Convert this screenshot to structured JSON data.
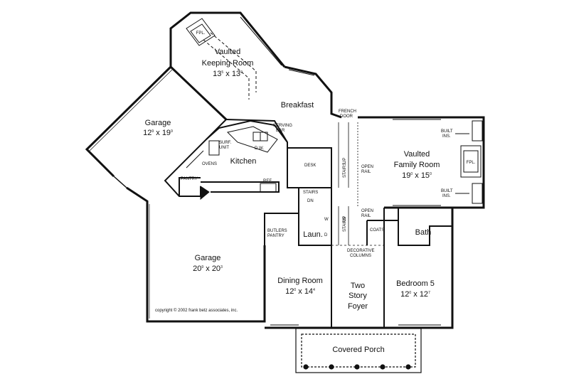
{
  "plan": {
    "rooms": {
      "keeping": {
        "line1": "Vaulted",
        "line2": "Keeping Room",
        "w": "13",
        "wsup": "5",
        "x": "x",
        "h": "13",
        "hsup": "0"
      },
      "breakfast": {
        "name": "Breakfast"
      },
      "garage_top": {
        "name": "Garage",
        "w": "12",
        "wsup": "9",
        "x": "x",
        "h": "19",
        "hsup": "9"
      },
      "kitchen": {
        "name": "Kitchen"
      },
      "family": {
        "line1": "Vaulted",
        "line2": "Family Room",
        "w": "19",
        "wsup": "0",
        "x": "x",
        "h": "15",
        "hsup": "0"
      },
      "garage_main": {
        "name": "Garage",
        "w": "20",
        "wsup": "9",
        "x": "x",
        "h": "20",
        "hsup": "3"
      },
      "dining": {
        "name": "Dining Room",
        "w": "12",
        "wsup": "0",
        "x": "x",
        "h": "14",
        "hsup": "4"
      },
      "foyer": {
        "line1": "Two",
        "line2": "Story",
        "line3": "Foyer"
      },
      "bedroom": {
        "name": "Bedroom 5",
        "w": "12",
        "wsup": "0",
        "x": "x",
        "h": "12",
        "hsup": "7"
      },
      "bath": {
        "name": "Bath"
      },
      "laundry": {
        "name": "Laun."
      },
      "porch": {
        "name": "Covered Porch"
      }
    },
    "labels": {
      "fpl_top": "FPL.",
      "fpl_family": "FPL.",
      "serving": "SERVING",
      "bar": "BAR",
      "surf": "SURF.",
      "unit": "UNIT",
      "dw": "D.W.",
      "ovens": "OVENS",
      "pantry": "PANTRY",
      "ref": "REF.",
      "french": "FRENCH",
      "door": "DOOR",
      "built1": "BUILT",
      "ins1": "INS.",
      "built2": "BUILT",
      "ins2": "INS.",
      "desk": "DESK",
      "stairs_up1": "STAIRS",
      "up1": "UP",
      "open1": "OPEN",
      "rail1": "RAIL",
      "stairs_dn": "STAIRS",
      "dn": "DN",
      "stairs_up2": "STAIRS",
      "up2": "UP",
      "open2": "OPEN",
      "rail2": "RAIL",
      "w": "W",
      "d": "D",
      "coats": "COATS",
      "butlers": "BUTLERS",
      "butlers_pantry": "PANTRY",
      "decorative": "DECORATIVE",
      "columns": "COLUMNS",
      "copyright": "copyright  © 2002 frank betz associates, inc."
    }
  }
}
